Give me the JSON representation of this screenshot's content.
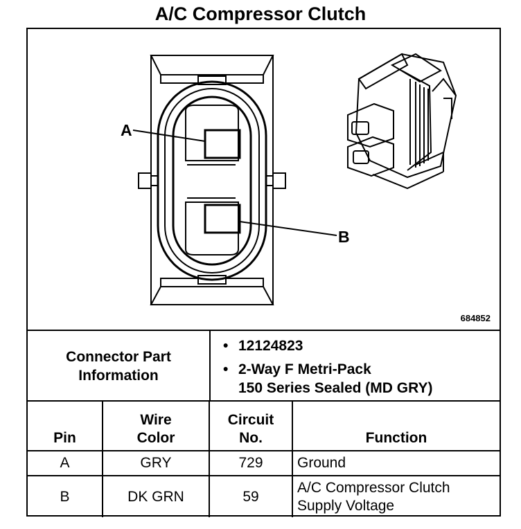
{
  "title": "A/C Compressor Clutch",
  "diagram": {
    "pin_label_a": "A",
    "pin_label_b": "B",
    "figure_number": "684852"
  },
  "connector_info": {
    "label_line1": "Connector Part",
    "label_line2": "Information",
    "items": [
      "12124823",
      "2-Way F Metri-Pack",
      "150 Series Sealed (MD GRY)"
    ]
  },
  "table": {
    "headers": {
      "pin": "Pin",
      "wire_color_1": "Wire",
      "wire_color_2": "Color",
      "circuit_1": "Circuit",
      "circuit_2": "No.",
      "function": "Function"
    },
    "rows": [
      {
        "pin": "A",
        "wire_color": "GRY",
        "circuit": "729",
        "function_1": "Ground",
        "function_2": ""
      },
      {
        "pin": "B",
        "wire_color": "DK GRN",
        "circuit": "59",
        "function_1": "A/C Compressor Clutch",
        "function_2": "Supply Voltage"
      }
    ]
  }
}
